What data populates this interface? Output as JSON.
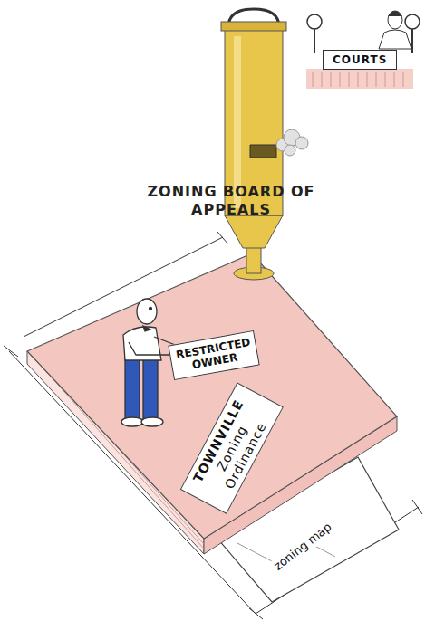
{
  "diagram": {
    "nodes": [
      {
        "text": [
          "COURTS"
        ]
      },
      {
        "text": [
          "RESTRICTED OWNER"
        ]
      },
      {
        "text": [
          "TOWNVILLE",
          "Zoning Ordinance"
        ]
      },
      {
        "text": [
          "zoning map"
        ]
      }
    ],
    "labels": [
      "ZONING BOARD OF APPEALS"
    ]
  }
}
